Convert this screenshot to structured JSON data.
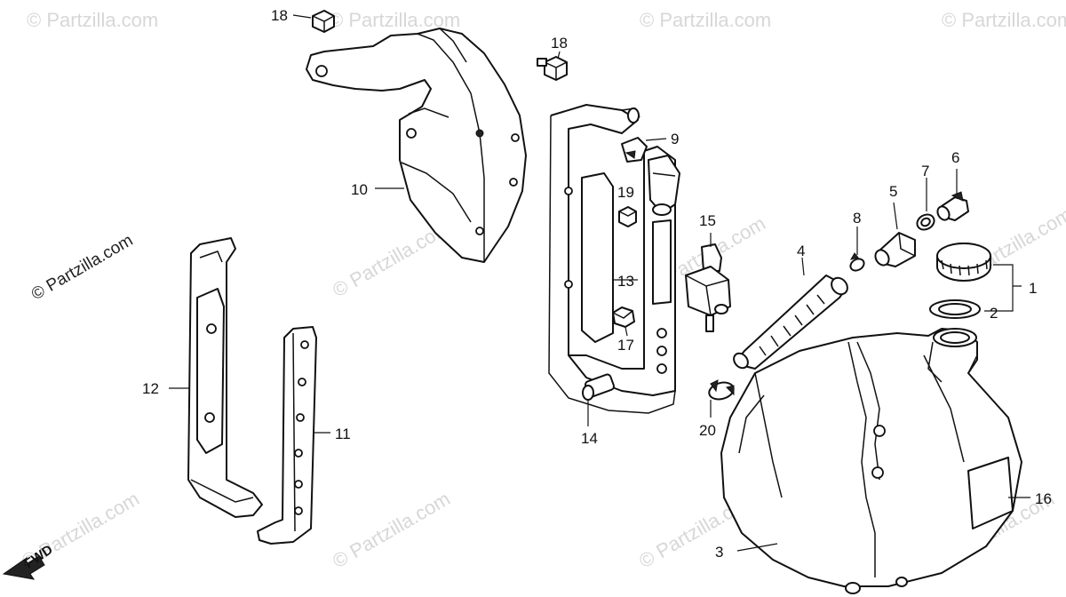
{
  "watermark": {
    "main": "© Partzilla.com",
    "repeat": "© Partzilla.com"
  },
  "direction_label": "FWD",
  "callouts": [
    "1",
    "2",
    "3",
    "4",
    "5",
    "6",
    "7",
    "8",
    "9",
    "10",
    "11",
    "12",
    "13",
    "14",
    "15",
    "16",
    "17",
    "18",
    "18",
    "19",
    "20"
  ]
}
